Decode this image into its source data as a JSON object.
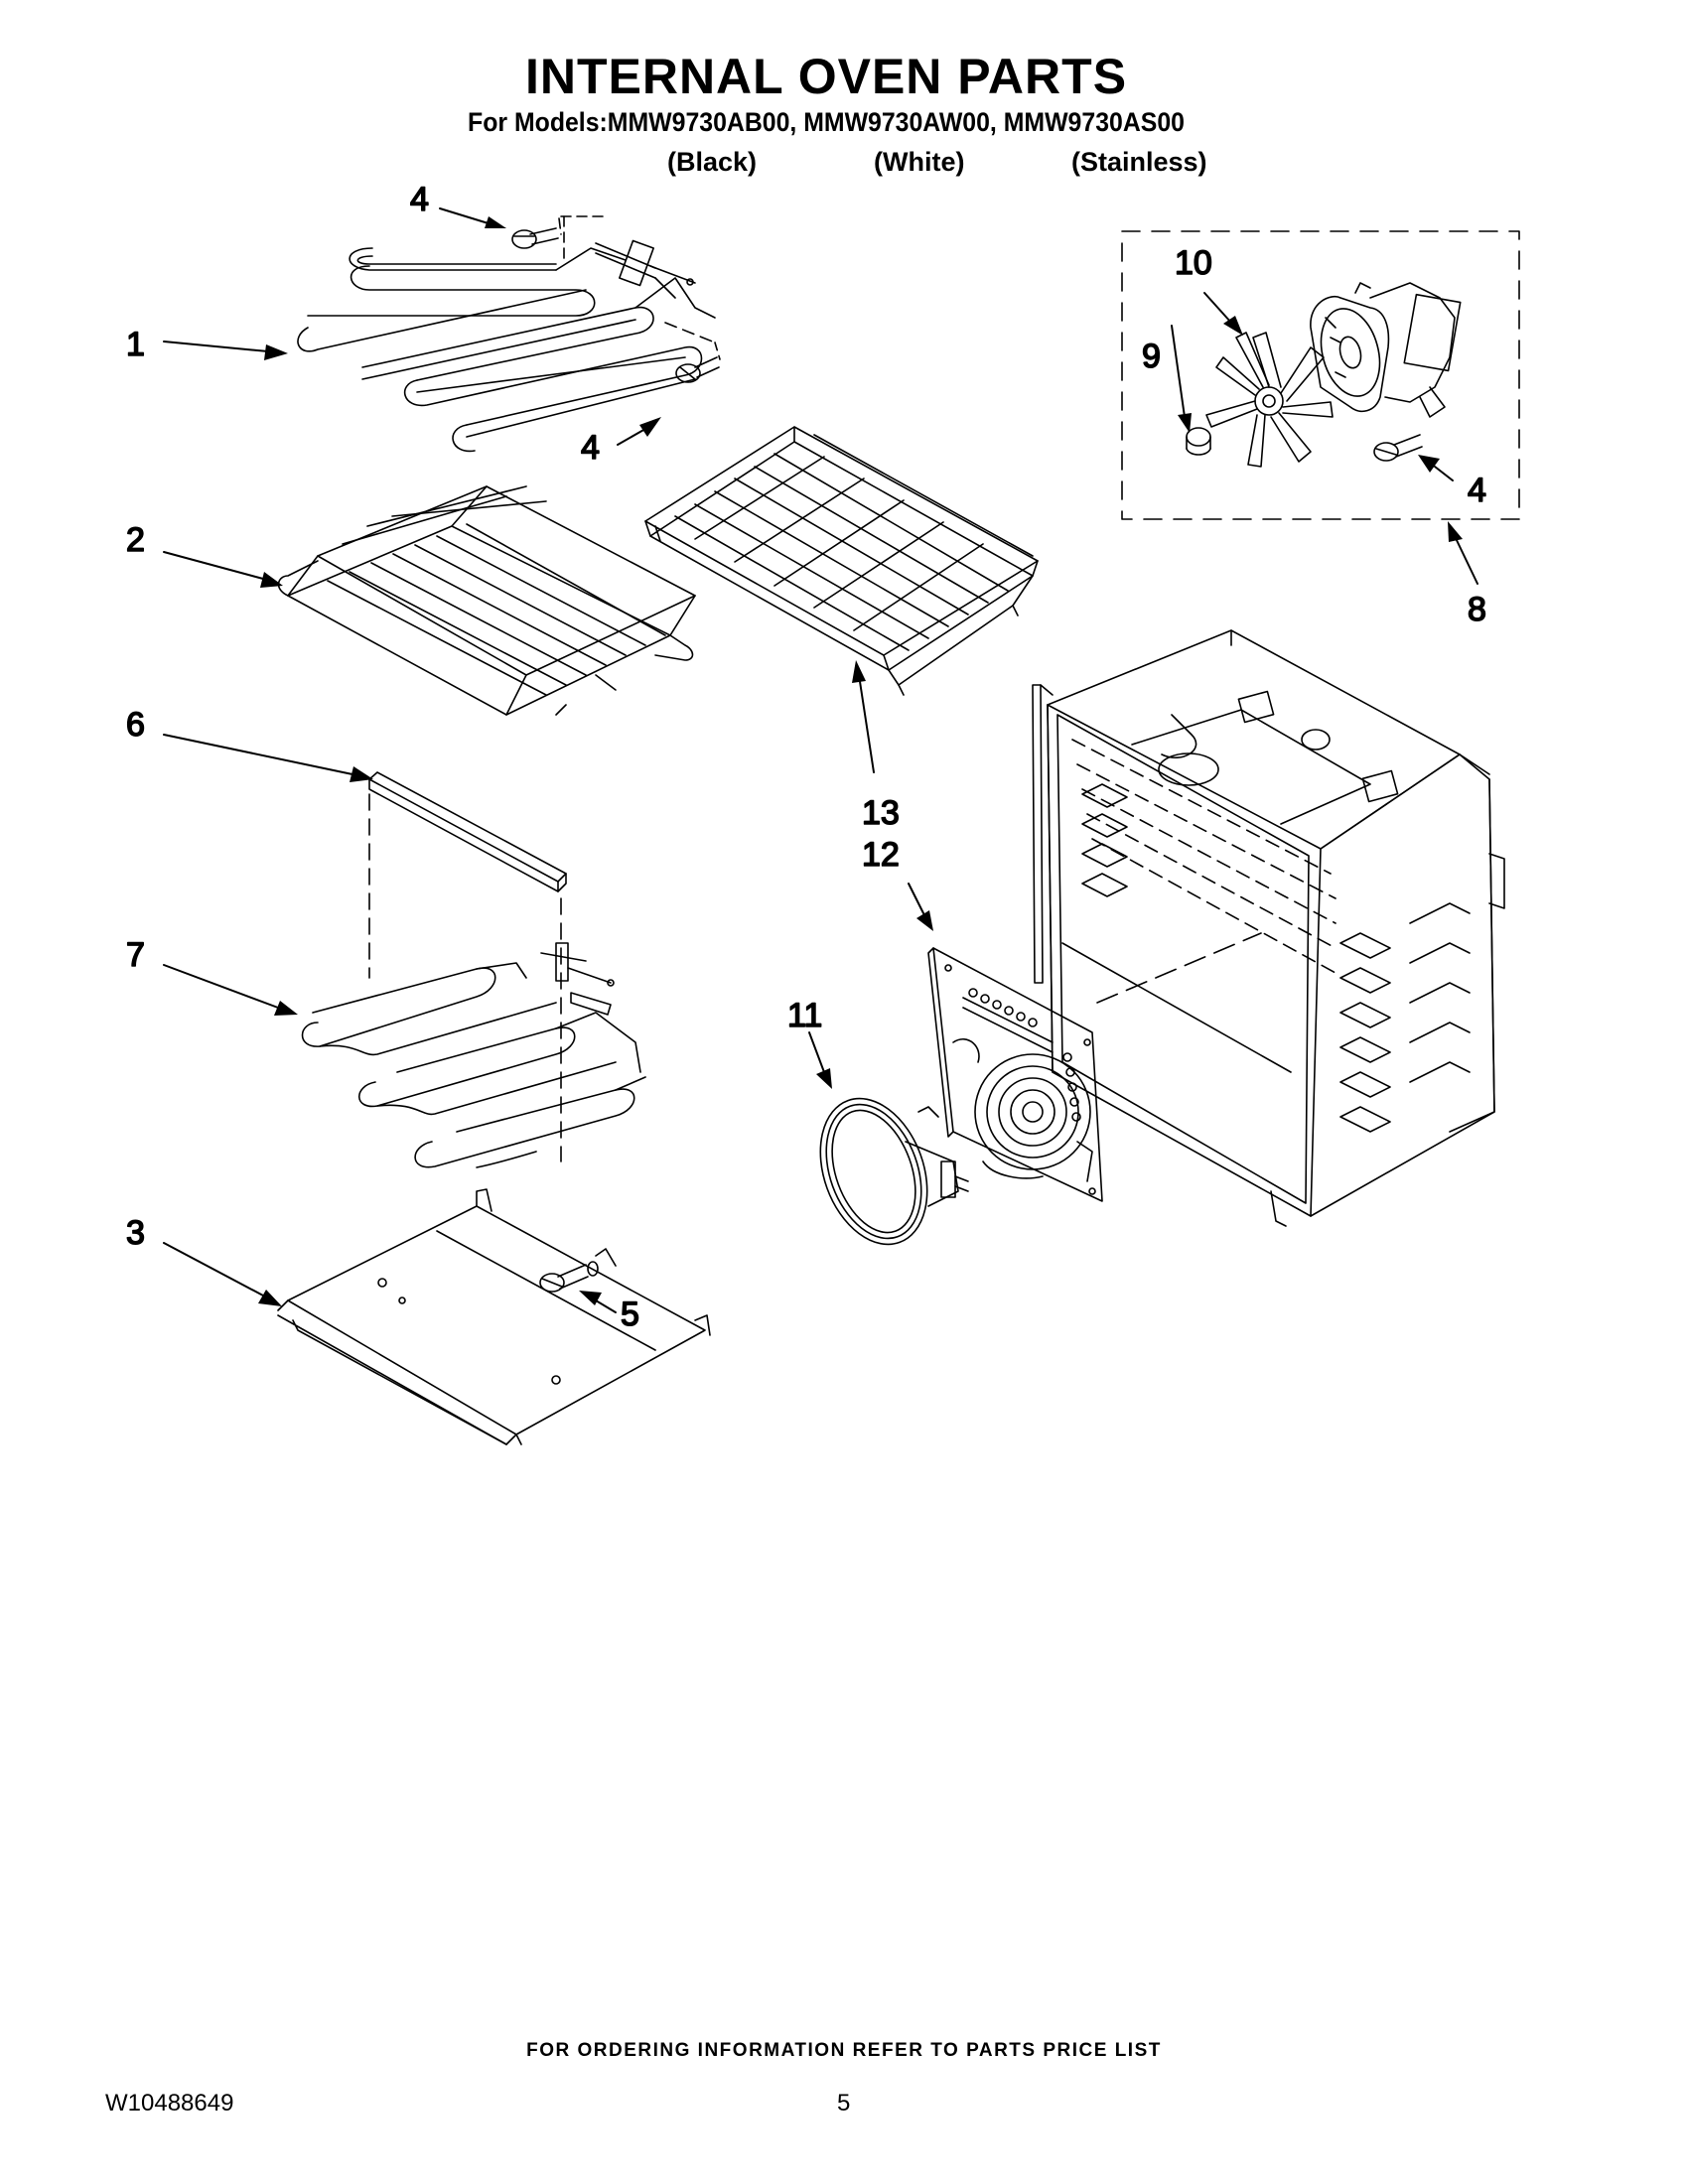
{
  "header": {
    "title": "INTERNAL OVEN PARTS",
    "models_line": "For Models:MMW9730AB00, MMW9730AW00, MMW9730AS00",
    "variants": [
      "(Black)",
      "(White)",
      "(Stainless)"
    ]
  },
  "callouts": {
    "c1": "1",
    "c2": "2",
    "c3": "3",
    "c4a": "4",
    "c4b": "4",
    "c4c": "4",
    "c5": "5",
    "c6": "6",
    "c7": "7",
    "c8": "8",
    "c9": "9",
    "c10": "10",
    "c11": "11",
    "c12": "12",
    "c13": "13"
  },
  "footer": {
    "note": "FOR ORDERING INFORMATION REFER TO PARTS PRICE LIST",
    "doc_number": "W10488649",
    "page_number": "5"
  }
}
